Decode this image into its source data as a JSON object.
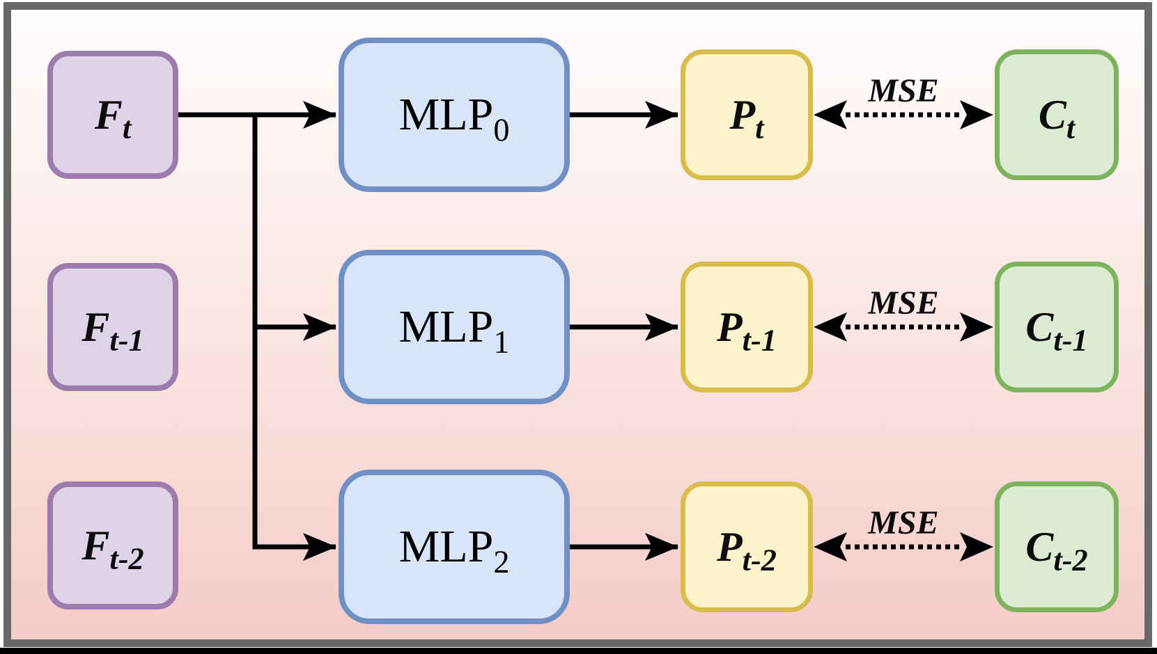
{
  "figure": {
    "rows": [
      {
        "feature": {
          "base": "F",
          "sub": "t"
        },
        "mlp": {
          "base": "MLP",
          "sub": "0"
        },
        "prediction": {
          "base": "P",
          "sub": "t"
        },
        "target": {
          "base": "C",
          "sub": "t"
        },
        "loss": "MSE"
      },
      {
        "feature": {
          "base": "F",
          "sub": "t-1"
        },
        "mlp": {
          "base": "MLP",
          "sub": "1"
        },
        "prediction": {
          "base": "P",
          "sub": "t-1"
        },
        "target": {
          "base": "C",
          "sub": "t-1"
        },
        "loss": "MSE"
      },
      {
        "feature": {
          "base": "F",
          "sub": "t-2"
        },
        "mlp": {
          "base": "MLP",
          "sub": "2"
        },
        "prediction": {
          "base": "P",
          "sub": "t-2"
        },
        "target": {
          "base": "C",
          "sub": "t-2"
        },
        "loss": "MSE"
      }
    ],
    "colors": {
      "feature_fill": "#ded3e8",
      "feature_border": "#9d7bad",
      "mlp_fill": "#d8e5f8",
      "mlp_border": "#7090c5",
      "prediction_fill": "#fcf3cd",
      "prediction_border": "#d8bc4c",
      "target_fill": "#dcecd3",
      "target_border": "#7cb35c",
      "arrow": "#000000",
      "frame": "#686868",
      "bg_top": "#fffdfd",
      "bg_mid": "#fae5e2",
      "bg_bottom": "#f5ccc7",
      "bottom_rule": "#000000"
    }
  }
}
